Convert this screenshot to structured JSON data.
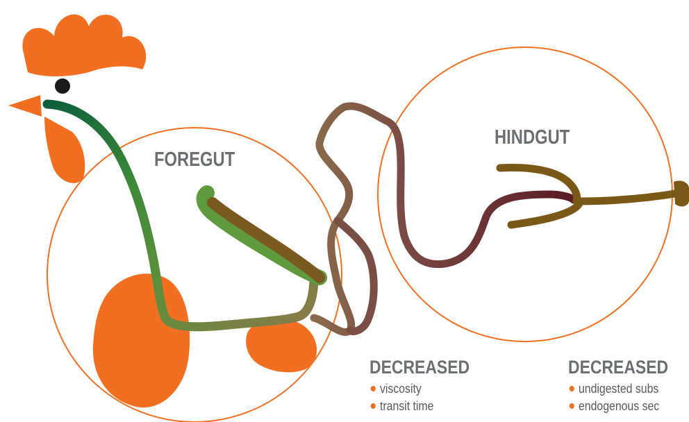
{
  "diagram": {
    "foregut": {
      "label": "FOREGUT",
      "effects_heading": "DECREASED",
      "effects": [
        "viscosity",
        "transit time"
      ]
    },
    "hindgut": {
      "label": "HINDGUT",
      "effects_heading": "DECREASED",
      "effects": [
        "undigested subs",
        "endogenous sec"
      ]
    },
    "colors": {
      "chicken_orange": "#f26f21",
      "eye": "#1a1a1a",
      "region_outline": "#f26f21",
      "gut_green": "#4e8b3a",
      "gut_olive": "#7a5c1e",
      "gut_mauve": "#7a5048",
      "gut_maroon": "#5e1f24",
      "label_gray": "#6d6e71"
    }
  }
}
